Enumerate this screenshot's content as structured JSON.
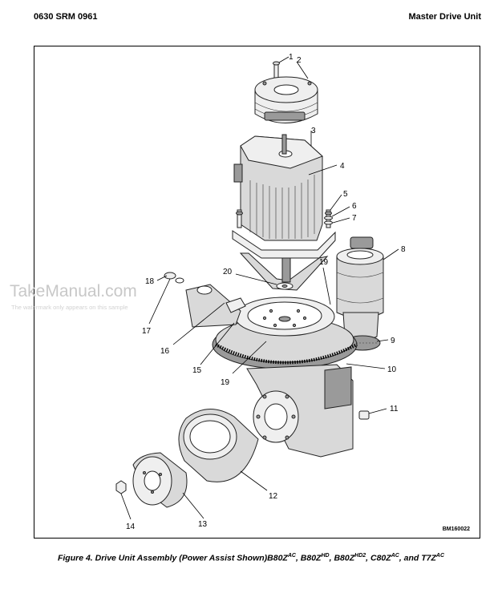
{
  "header": {
    "left": "0630 SRM 0961",
    "right": "Master Drive Unit"
  },
  "figure": {
    "code": "BM160022",
    "callouts": [
      "1",
      "2",
      "3",
      "4",
      "5",
      "6",
      "7",
      "8",
      "9",
      "10",
      "11",
      "12",
      "13",
      "14",
      "15",
      "16",
      "17",
      "18",
      "19",
      "19",
      "20"
    ]
  },
  "watermark": {
    "main": "TakeManual.com",
    "sub": "The watermark only appears on this sample"
  },
  "caption": {
    "prefix": "Figure 4. Drive Unit Assembly (Power Assist Shown)B80Z",
    "m1": "B80Z",
    "m1_sup": "HD",
    "m2": "B80Z",
    "m2_sup": "HD2",
    "m3": "C80Z",
    "m3_sup": "AC",
    "m4": "T7Z",
    "m4_sup": "AC",
    "prefix_sup": "AC",
    "sep": ", ",
    "and": ", and "
  }
}
